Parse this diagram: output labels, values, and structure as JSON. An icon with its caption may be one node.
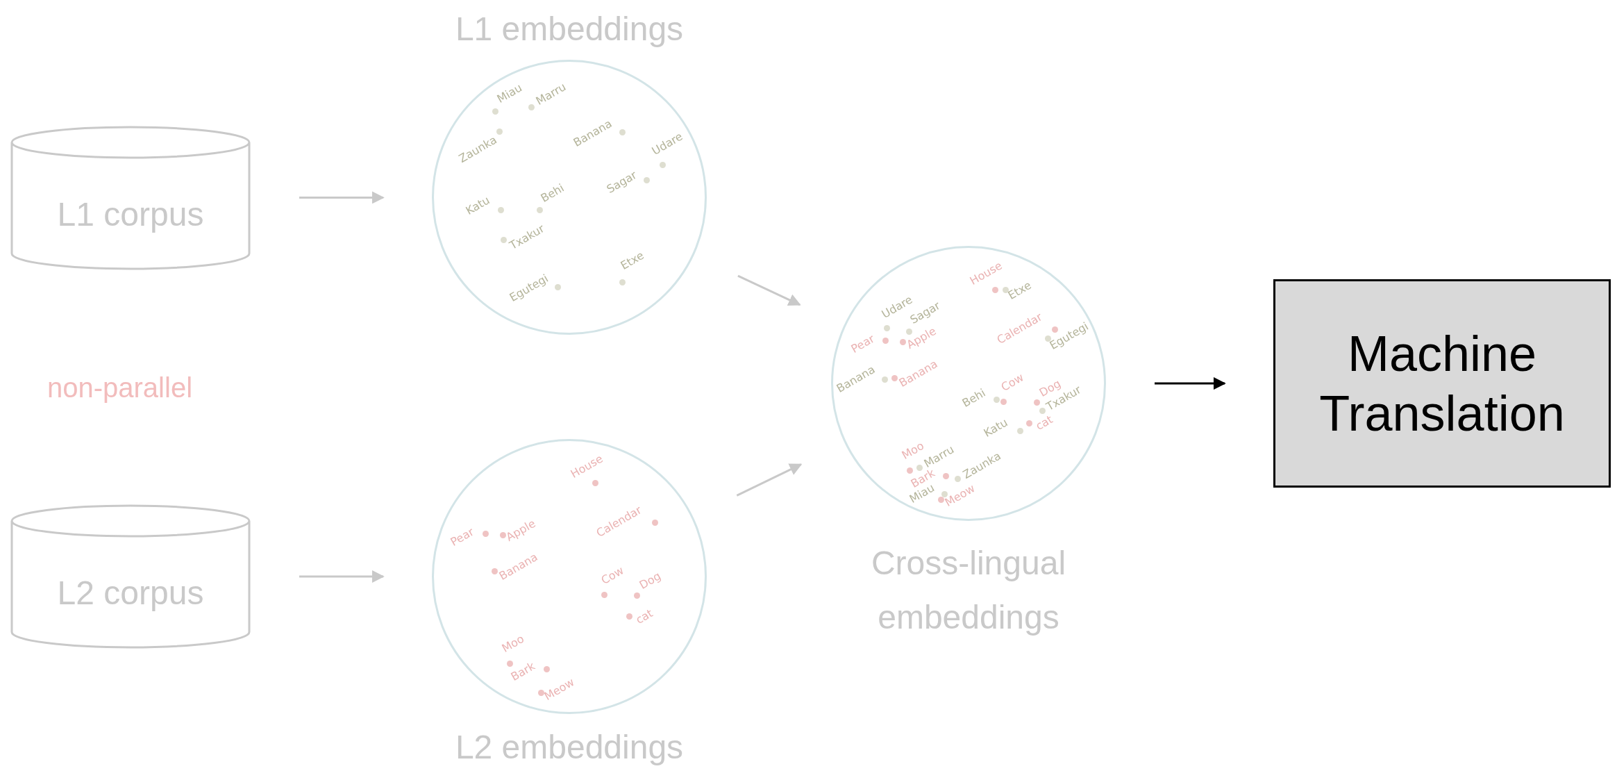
{
  "diagram": {
    "nodes": [
      {
        "text": [
          "L1 corpus"
        ]
      },
      {
        "text": [
          "L2 corpus"
        ]
      },
      {
        "text": [
          "L1 embeddings"
        ]
      },
      {
        "text": [
          "L2 embeddings"
        ]
      },
      {
        "text": [
          "Cross-lingual embeddings"
        ]
      },
      {
        "text": [
          "Machine Translation"
        ]
      }
    ],
    "edges": [
      {
        "from": 0,
        "to": 2,
        "arrow": "to"
      },
      {
        "from": 1,
        "to": 3,
        "arrow": "to"
      },
      {
        "from": 2,
        "to": 4,
        "arrow": "to"
      },
      {
        "from": 3,
        "to": 4,
        "arrow": "to"
      },
      {
        "from": 4,
        "to": 5,
        "arrow": "to",
        "color": "#000000"
      }
    ],
    "labels": [
      "non-parallel",
      "Miau",
      "Marru",
      "Zaunka",
      "Banana",
      "Udare",
      "Sagar",
      "Katu",
      "Behi",
      "Txakur",
      "Egutegi",
      "Etxe",
      "House",
      "Pear",
      "Apple",
      "Calendar",
      "Banana",
      "Cow",
      "Dog",
      "cat",
      "Moo",
      "Bark",
      "Meow",
      "House",
      "Etxe",
      "Udare",
      "Sagar",
      "Pear",
      "Apple",
      "Calendar",
      "Egutegi",
      "Banana",
      "Banana",
      "Behi",
      "Cow",
      "Dog",
      "Txakur",
      "Katu",
      "cat",
      "Moo",
      "Marru",
      "Bark",
      "Zaunka",
      "Miau",
      "Meow"
    ]
  }
}
